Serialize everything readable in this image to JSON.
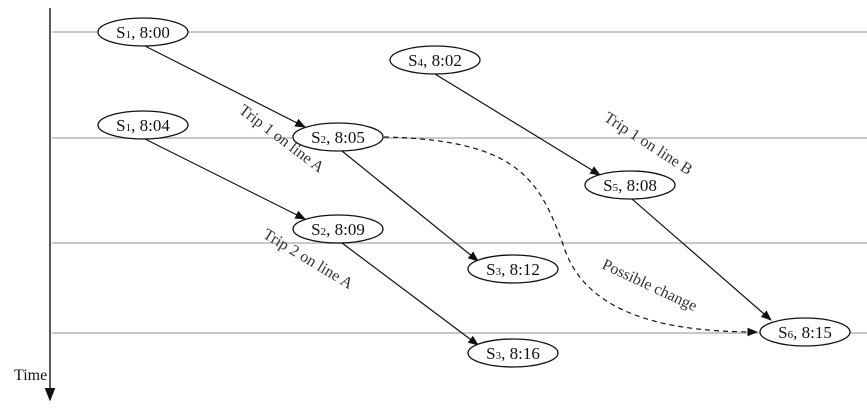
{
  "axis": {
    "label": "Time"
  },
  "nodes": [
    {
      "id": "s1-800",
      "station": "S",
      "sub": "1",
      "time": ", 8:00"
    },
    {
      "id": "s4-802",
      "station": "S",
      "sub": "4",
      "time": ", 8:02"
    },
    {
      "id": "s1-804",
      "station": "S",
      "sub": "1",
      "time": ", 8:04"
    },
    {
      "id": "s2-805",
      "station": "S",
      "sub": "2",
      "time": ", 8:05"
    },
    {
      "id": "s5-808",
      "station": "S",
      "sub": "5",
      "time": ", 8:08"
    },
    {
      "id": "s2-809",
      "station": "S",
      "sub": "2",
      "time": ", 8:09"
    },
    {
      "id": "s3-812",
      "station": "S",
      "sub": "3",
      "time": ", 8:12"
    },
    {
      "id": "s3-816",
      "station": "S",
      "sub": "3",
      "time": ", 8:16"
    },
    {
      "id": "s6-815",
      "station": "S",
      "sub": "6",
      "time": ", 8:15"
    }
  ],
  "labels": {
    "trip1_a": "Trip 1 on line A",
    "trip2_a": "Trip 2 on line A",
    "trip1_b": "Trip 1 on line B",
    "change": "Possible change"
  },
  "colors": {
    "gridline": "#c8c8c8",
    "stroke": "#111111"
  }
}
